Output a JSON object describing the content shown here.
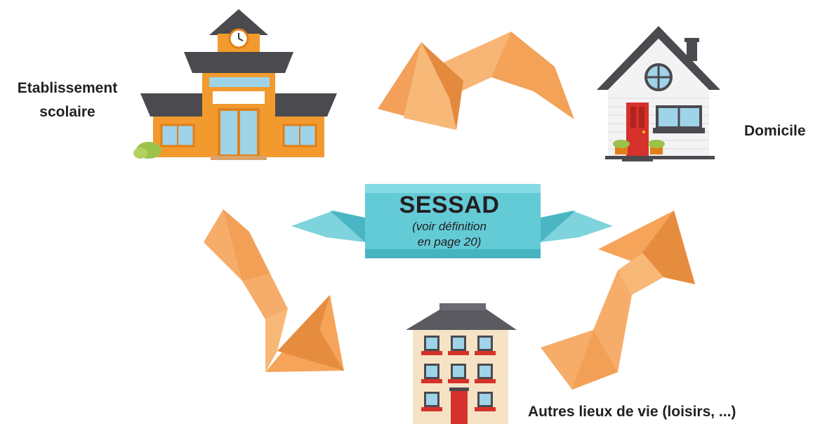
{
  "labels": {
    "school_line1": "Etablissement",
    "school_line2": "scolaire",
    "home": "Domicile",
    "other_places": "Autres lieux de vie (loisirs, ...)"
  },
  "banner": {
    "title": "SESSAD",
    "subtitle_line1": "(voir définition",
    "subtitle_line2": "en page 20)"
  },
  "colors": {
    "arrow": "#f6a55a",
    "banner": "#5ec8d4",
    "school": "#f29a2e",
    "roof": "#4a4a4f",
    "door_red": "#d6312a"
  }
}
